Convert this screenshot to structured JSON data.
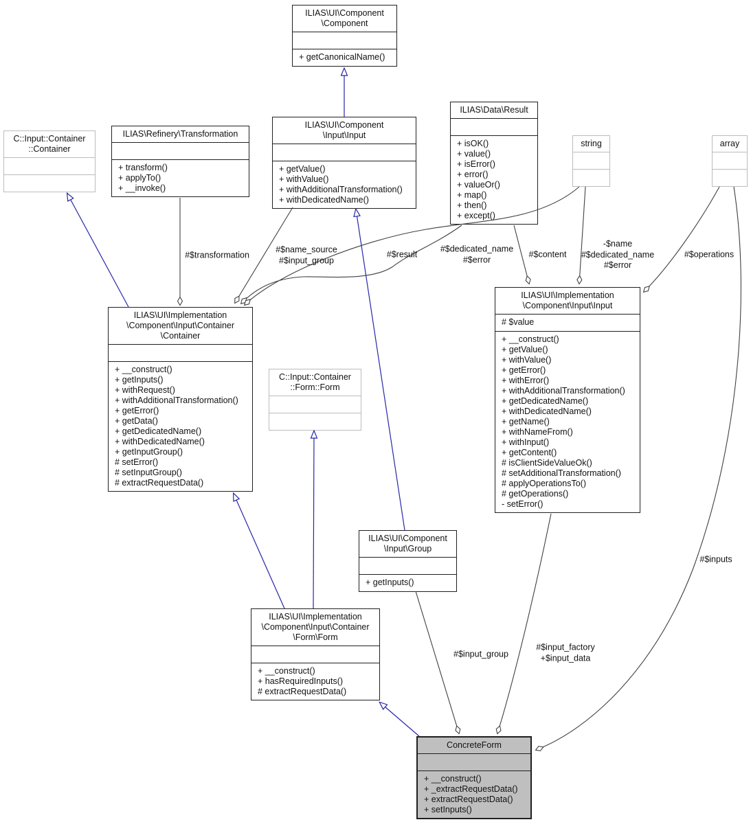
{
  "diagram_type": "UML collaboration diagram",
  "colors": {
    "background": "#ffffff",
    "class_border": "#1f1f1f",
    "external_class_border": "#bbbbbb",
    "concrete_class_fill": "#bfbfbf",
    "inheritance_edge": "#2626a8",
    "aggregation_edge": "#404040"
  },
  "classes": {
    "component": {
      "title_lines": [
        "ILIAS\\UI\\Component",
        "\\Component"
      ],
      "attributes": [],
      "methods": [
        "+ getCanonicalName()"
      ]
    },
    "transformation": {
      "title_lines": [
        "ILIAS\\Refinery\\Transformation"
      ],
      "attributes": [],
      "methods": [
        "+ transform()",
        "+ applyTo()",
        "+ __invoke()"
      ]
    },
    "c_container": {
      "title_lines": [
        "C::Input::Container",
        "::Container"
      ],
      "attributes": [],
      "methods": []
    },
    "input_interface": {
      "title_lines": [
        "ILIAS\\UI\\Component",
        "\\Input\\Input"
      ],
      "attributes": [],
      "methods": [
        "+ getValue()",
        "+ withValue()",
        "+ withAdditionalTransformation()",
        "+ withDedicatedName()"
      ]
    },
    "result": {
      "title_lines": [
        "ILIAS\\Data\\Result"
      ],
      "attributes": [],
      "methods": [
        "+ isOK()",
        "+ value()",
        "+ isError()",
        "+ error()",
        "+ valueOr()",
        "+ map()",
        "+ then()",
        "+ except()"
      ]
    },
    "string_type": {
      "title_lines": [
        "string"
      ],
      "attributes": [],
      "methods": []
    },
    "array_type": {
      "title_lines": [
        "array"
      ],
      "attributes": [],
      "methods": []
    },
    "impl_container": {
      "title_lines": [
        "ILIAS\\UI\\Implementation",
        "\\Component\\Input\\Container",
        "\\Container"
      ],
      "attributes": [],
      "methods": [
        "+ __construct()",
        "+ getInputs()",
        "+ withRequest()",
        "+ withAdditionalTransformation()",
        "+ getError()",
        "+ getData()",
        "+ getDedicatedName()",
        "+ withDedicatedName()",
        "+ getInputGroup()",
        "# setError()",
        "# setInputGroup()",
        "# extractRequestData()"
      ]
    },
    "c_form": {
      "title_lines": [
        "C::Input::Container",
        "::Form::Form"
      ],
      "attributes": [],
      "methods": []
    },
    "impl_input": {
      "title_lines": [
        "ILIAS\\UI\\Implementation",
        "\\Component\\Input\\Input"
      ],
      "attributes": [
        "# $value"
      ],
      "methods": [
        "+ __construct()",
        "+ getValue()",
        "+ withValue()",
        "+ getError()",
        "+ withError()",
        "+ withAdditionalTransformation()",
        "+ getDedicatedName()",
        "+ withDedicatedName()",
        "+ getName()",
        "+ withNameFrom()",
        "+ withInput()",
        "+ getContent()",
        "# isClientSideValueOk()",
        "# setAdditionalTransformation()",
        "# applyOperationsTo()",
        "# getOperations()",
        "- setError()"
      ]
    },
    "group": {
      "title_lines": [
        "ILIAS\\UI\\Component",
        "\\Input\\Group"
      ],
      "attributes": [],
      "methods": [
        "+ getInputs()"
      ]
    },
    "impl_form": {
      "title_lines": [
        "ILIAS\\UI\\Implementation",
        "\\Component\\Input\\Container",
        "\\Form\\Form"
      ],
      "attributes": [],
      "methods": [
        "+ __construct()",
        "+ hasRequiredInputs()",
        "# extractRequestData()"
      ]
    },
    "concrete_form": {
      "title_lines": [
        "ConcreteForm"
      ],
      "attributes": [],
      "methods": [
        "+ __construct()",
        "+ _extractRequestData()",
        "+ extractRequestData()",
        "+ setInputs()"
      ]
    }
  },
  "edge_labels": {
    "transformation": "#$transformation",
    "name_source_input_group": "#$name_source\n#$input_group",
    "result": "#$result",
    "dedicated_name_error": "#$dedicated_name\n#$error",
    "content": "#$content",
    "name_dedicated_name_error": "-$name\n#$dedicated_name\n#$error",
    "operations": "#$operations",
    "inputs": "#$inputs",
    "input_group": "#$input_group",
    "input_factory_input_data": "#$input_factory\n+$input_data"
  }
}
